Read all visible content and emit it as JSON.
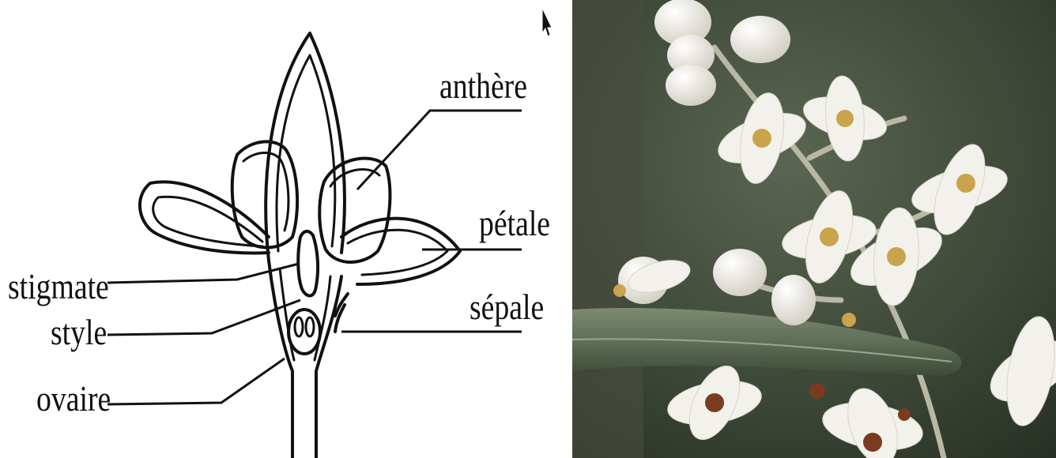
{
  "diagram": {
    "labels": {
      "anthere": "anthère",
      "petale": "pétale",
      "stigmate": "stigmate",
      "sepale": "sépale",
      "style": "style",
      "ovaire": "ovaire"
    }
  },
  "colors": {
    "line": "#111111",
    "background_left": "#ffffff",
    "photo_background": "#3d4a38",
    "petal": "#f1efe9",
    "anther": "#c8a24a",
    "leaf": "#56664f"
  },
  "icons": {
    "cursor": "mouse-pointer-icon"
  }
}
